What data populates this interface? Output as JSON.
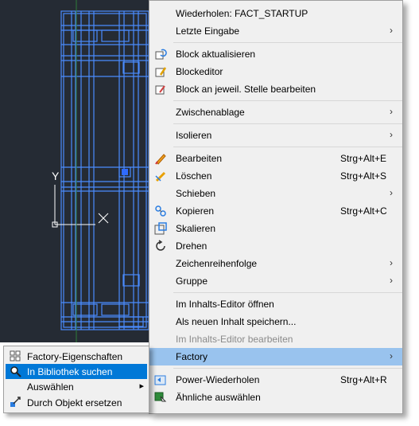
{
  "canvas": {
    "axis_y_label": "Y",
    "axis_x_label": "X"
  },
  "menu": {
    "items": [
      {
        "label": "Wiederholen: FACT_STARTUP",
        "icon": "none",
        "shortcut": "",
        "submenu": false
      },
      {
        "label": "Letzte Eingabe",
        "icon": "none",
        "shortcut": "",
        "submenu": true
      },
      {
        "label": "Block aktualisieren",
        "icon": "block-refresh-icon",
        "shortcut": "",
        "submenu": false
      },
      {
        "label": "Blockeditor",
        "icon": "block-editor-icon",
        "shortcut": "",
        "submenu": false
      },
      {
        "label": "Block an jeweil. Stelle bearbeiten",
        "icon": "block-inplace-icon",
        "shortcut": "",
        "submenu": false
      },
      {
        "label": "Zwischenablage",
        "icon": "none",
        "shortcut": "",
        "submenu": true
      },
      {
        "label": "Isolieren",
        "icon": "none",
        "shortcut": "",
        "submenu": true
      },
      {
        "label": "Bearbeiten",
        "icon": "pencil-icon",
        "shortcut": "Strg+Alt+E",
        "submenu": false
      },
      {
        "label": "Löschen",
        "icon": "eraser-icon",
        "shortcut": "Strg+Alt+S",
        "submenu": false
      },
      {
        "label": "Schieben",
        "icon": "none",
        "shortcut": "",
        "submenu": true
      },
      {
        "label": "Kopieren",
        "icon": "copy-icon",
        "shortcut": "Strg+Alt+C",
        "submenu": false
      },
      {
        "label": "Skalieren",
        "icon": "scale-icon",
        "shortcut": "",
        "submenu": false
      },
      {
        "label": "Drehen",
        "icon": "rotate-icon",
        "shortcut": "",
        "submenu": false
      },
      {
        "label": "Zeichenreihenfolge",
        "icon": "none",
        "shortcut": "",
        "submenu": true
      },
      {
        "label": "Gruppe",
        "icon": "none",
        "shortcut": "",
        "submenu": true
      },
      {
        "label": "Im Inhalts-Editor öffnen",
        "icon": "none",
        "shortcut": "",
        "submenu": false
      },
      {
        "label": "Als neuen Inhalt speichern...",
        "icon": "none",
        "shortcut": "",
        "submenu": false
      },
      {
        "label": "Im Inhalts-Editor bearbeiten",
        "icon": "none",
        "shortcut": "",
        "submenu": false,
        "disabled": true
      },
      {
        "label": "Factory",
        "icon": "none",
        "shortcut": "",
        "submenu": true,
        "highlighted": true
      },
      {
        "label": "Power-Wiederholen",
        "icon": "power-repeat-icon",
        "shortcut": "Strg+Alt+R",
        "submenu": false
      },
      {
        "label": "Ähnliche auswählen",
        "icon": "select-similar-icon",
        "shortcut": "",
        "submenu": false
      }
    ]
  },
  "submenu": {
    "items": [
      {
        "label": "Factory-Eigenschaften",
        "icon": "properties-icon",
        "submenu": false
      },
      {
        "label": "In Bibliothek suchen",
        "icon": "search-icon",
        "submenu": false,
        "highlighted": true
      },
      {
        "label": "Auswählen",
        "icon": "none",
        "submenu": true
      },
      {
        "label": "Durch Objekt ersetzen",
        "icon": "replace-icon",
        "submenu": false
      }
    ]
  },
  "colors": {
    "menu_bg": "#f0f0f0",
    "menu_highlight": "#99c3ee",
    "submenu_highlight": "#0078d7",
    "canvas_bg": "#252b34",
    "cad_line": "#3d7fff"
  }
}
